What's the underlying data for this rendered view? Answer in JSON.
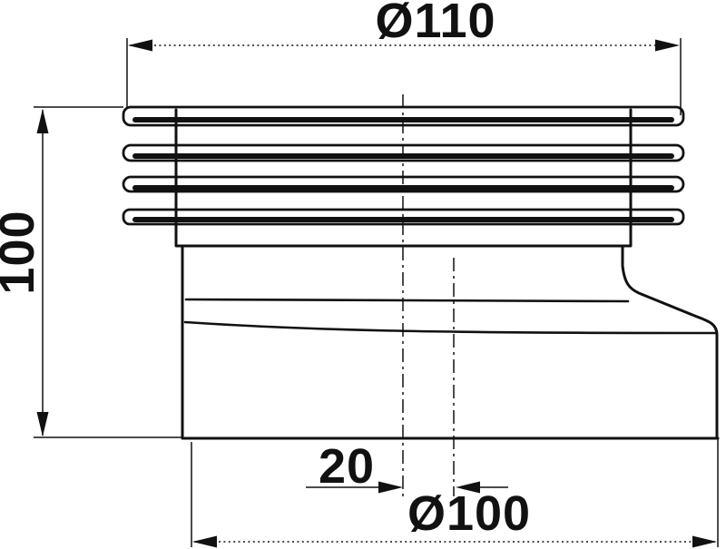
{
  "drawing": {
    "type": "technical-drawing",
    "subject": "wc-connector-side-view",
    "background_color": "#ffffff",
    "line_color": "#111111",
    "dimensions": {
      "top_diameter": "Ø110",
      "left_height": "100",
      "center_offset": "20",
      "bottom_diameter": "Ø100"
    }
  }
}
